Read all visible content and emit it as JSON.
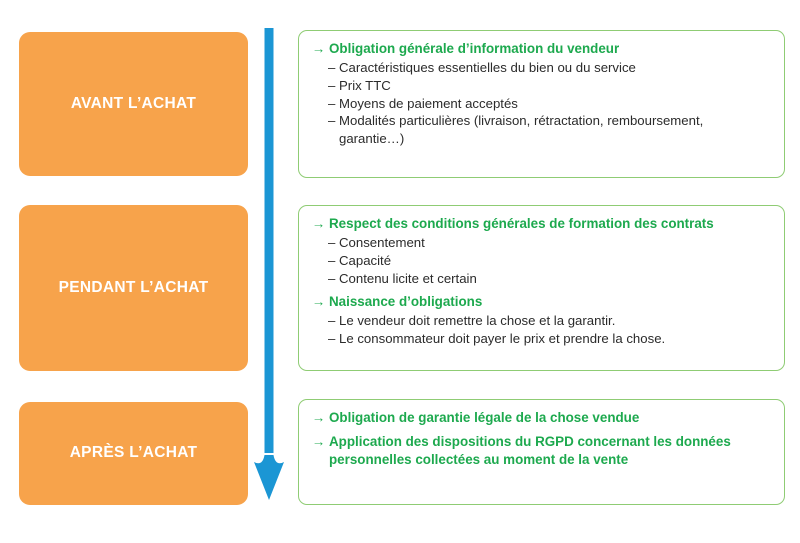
{
  "colors": {
    "stage_background": "#f7a34b",
    "stage_text": "#ffffff",
    "timeline_arrow": "#1b96d4",
    "panel_border": "#8fcc74",
    "heading_green": "#1da94e",
    "body_text": "#2b2b2b",
    "page_background": "#ffffff"
  },
  "timeline": {
    "arrow_icon": "down-arrow-icon",
    "direction": "down"
  },
  "stages": [
    {
      "id": "avant",
      "label": "AVANT L’ACHAT"
    },
    {
      "id": "pendant",
      "label": "PENDANT L’ACHAT"
    },
    {
      "id": "apres",
      "label": "APRÈS L’ACHAT"
    }
  ],
  "panels": [
    {
      "id": "panel-avant",
      "groups": [
        {
          "bullet_icon": "arrow-right-icon",
          "heading": "Obligation générale d’information du vendeur",
          "items": [
            "Caractéristiques essentielles du bien ou du service",
            "Prix TTC",
            "Moyens de paiement acceptés",
            "Modalités particulières (livraison, rétractation, remboursement, garantie…)"
          ]
        }
      ]
    },
    {
      "id": "panel-pendant",
      "groups": [
        {
          "bullet_icon": "arrow-right-icon",
          "heading": "Respect des conditions générales de formation des contrats",
          "items": [
            "Consentement",
            "Capacité",
            "Contenu licite et certain"
          ]
        },
        {
          "bullet_icon": "arrow-right-icon",
          "heading": "Naissance d’obligations",
          "items": [
            "Le vendeur doit remettre la chose et la garantir.",
            "Le consommateur doit payer le prix et prendre la chose."
          ]
        }
      ]
    },
    {
      "id": "panel-apres",
      "groups": [
        {
          "bullet_icon": "arrow-right-icon",
          "heading": "Obligation de garantie légale de la chose vendue",
          "items": []
        },
        {
          "bullet_icon": "arrow-right-icon",
          "heading": "Application des dispositions du RGPD concernant les données personnelles collectées au moment de la vente",
          "items": []
        }
      ]
    }
  ],
  "glyphs": {
    "arrow_right": "→",
    "dash": "–"
  }
}
